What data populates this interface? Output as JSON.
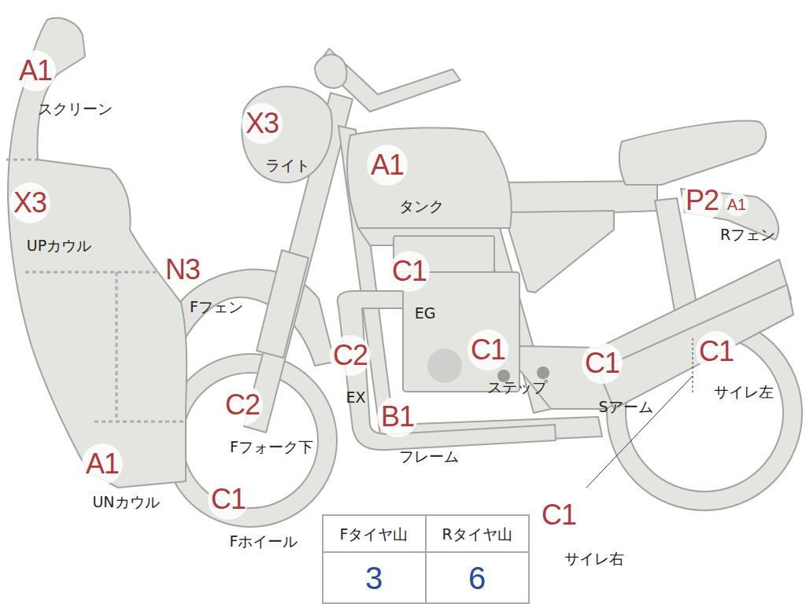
{
  "diagram": {
    "labels": [
      "A1",
      "スクリーン",
      "X3",
      "ライト",
      "A1",
      "タンク",
      "P2",
      "A1",
      "Rフェン",
      "X3",
      "UPカウル",
      "N3",
      "Fフェン",
      "C1",
      "EG",
      "C2",
      "EX",
      "C1",
      "ステップ",
      "C1",
      "Sアーム",
      "C1",
      "サイレ左",
      "C2",
      "Fフォーク下",
      "B1",
      "フレーム",
      "A1",
      "UNカウル",
      "C1",
      "Fホイール",
      "C1",
      "サイレ右",
      "Fタイヤ山",
      "Rタイヤ山",
      "3",
      "6"
    ]
  }
}
